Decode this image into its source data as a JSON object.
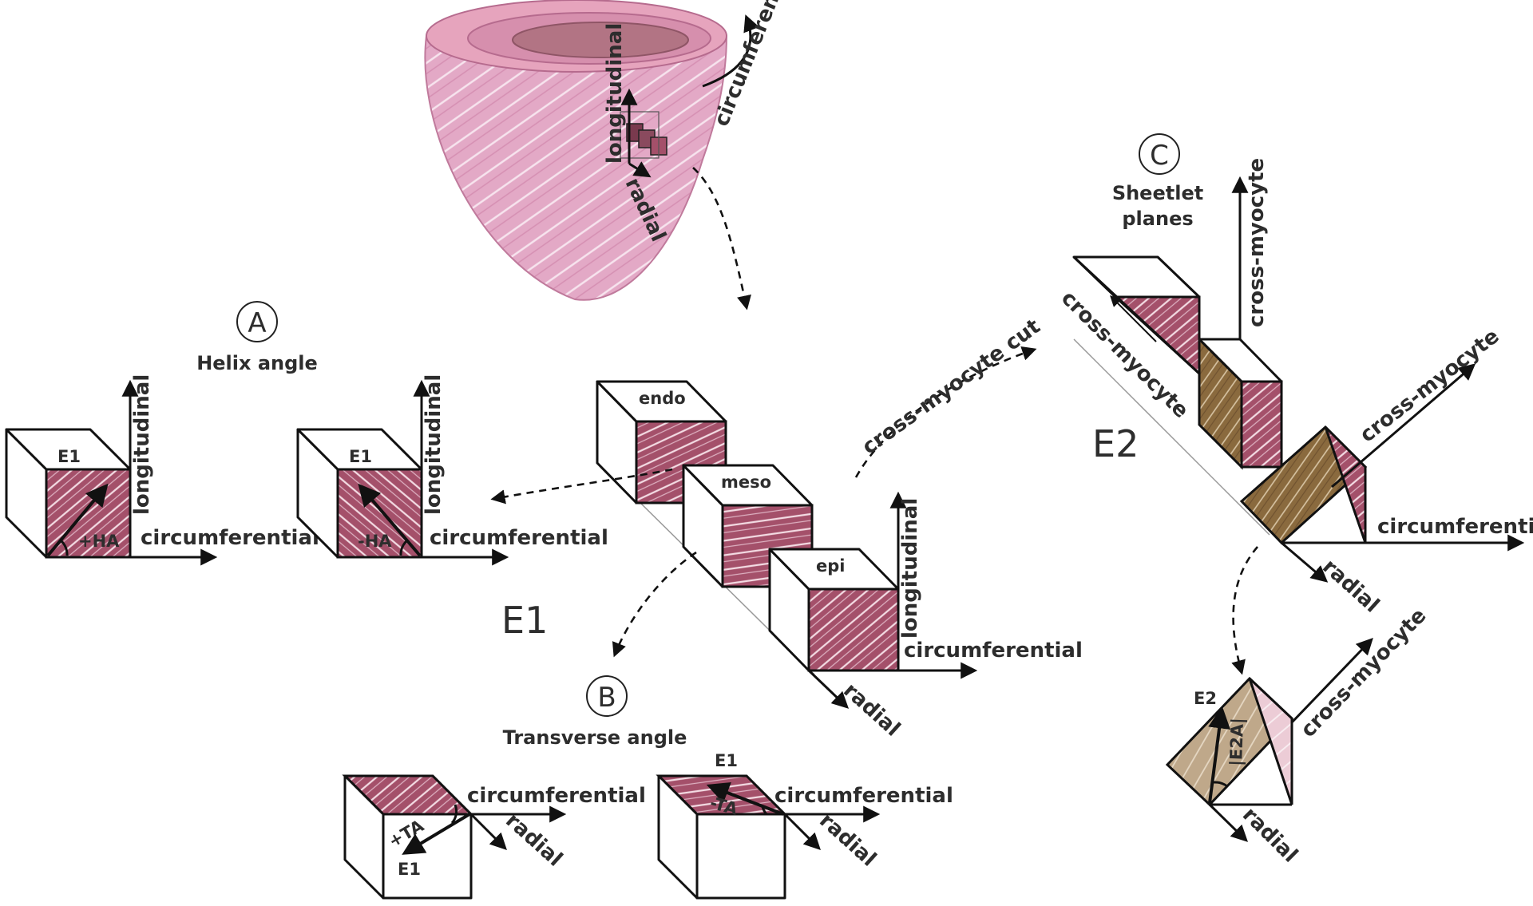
{
  "heart": {
    "longitudinal": "longitudinal",
    "circumferential": "circumferential",
    "radial": "radial"
  },
  "panelA": {
    "letter": "A",
    "title": "Helix angle",
    "cube1": {
      "vector": "E1",
      "angle": "+HA",
      "ax_long": "longitudinal",
      "ax_circ": "circumferential"
    },
    "cube2": {
      "vector": "E1",
      "angle": "-HA",
      "ax_long": "longitudinal",
      "ax_circ": "circumferential"
    }
  },
  "center": {
    "endo": "endo",
    "meso": "meso",
    "epi": "epi",
    "big": "E1",
    "ax_long": "longitudinal",
    "ax_circ": "circumferential",
    "ax_rad": "radial",
    "cut": "cross-myocyte cut"
  },
  "panelB": {
    "letter": "B",
    "title": "Transverse angle",
    "cube1": {
      "angle": "+TA",
      "vector": "E1",
      "ax_circ": "circumferential",
      "ax_rad": "radial"
    },
    "cube2": {
      "angle": "-TA",
      "vector": "E1",
      "ax_circ": "circumferential",
      "ax_rad": "radial"
    }
  },
  "panelC": {
    "letter": "C",
    "title_line1": "Sheetlet",
    "title_line2": "planes",
    "ax_cross_up": "cross-myocyte",
    "ax_cross_diag": "cross-myocyte",
    "ax_cross_right": "cross-myocyte",
    "ax_circ": "circumferential",
    "ax_rad": "radial",
    "big": "E2",
    "small": {
      "vector": "E2",
      "angle": "|E2A|",
      "ax_cross": "cross-myocyte",
      "ax_rad": "radial"
    }
  },
  "colors": {
    "tissue": "#a4506a",
    "tissue_light": "#e8c4d0",
    "heart": "#e3a9c6",
    "sheet": "#8a6a3e",
    "sheet_light": "#bfa88a"
  }
}
